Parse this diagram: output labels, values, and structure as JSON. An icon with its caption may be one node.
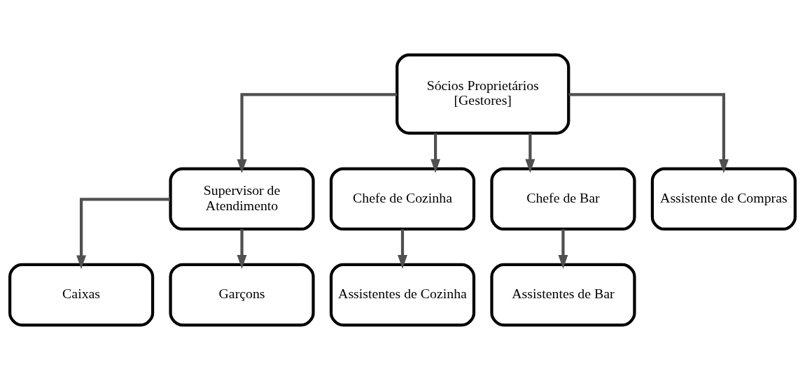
{
  "diagram": {
    "nodes": [
      {
        "text": [
          "Sócios Proprietários [Gestores]"
        ]
      },
      {
        "text": [
          "Supervisor de Atendimento"
        ]
      },
      {
        "text": [
          "Chefe de Cozinha"
        ]
      },
      {
        "text": [
          "Chefe de Bar"
        ]
      },
      {
        "text": [
          "Caixas"
        ]
      },
      {
        "text": [
          "Garçons"
        ]
      },
      {
        "text": [
          "Assistentes de Cozinha"
        ]
      },
      {
        "text": [
          "Assistentes de Bar"
        ]
      },
      {
        "text": [
          "Assistente de Compras"
        ]
      }
    ],
    "edges": [
      {
        "from": 0,
        "to": 1,
        "arrow": "to"
      },
      {
        "from": 0,
        "to": 2,
        "arrow": "to"
      },
      {
        "from": 0,
        "to": 3,
        "arrow": "to"
      },
      {
        "from": 0,
        "to": 8,
        "arrow": "to"
      },
      {
        "from": 1,
        "to": 4,
        "arrow": "to"
      },
      {
        "from": 1,
        "to": 5,
        "arrow": "to"
      },
      {
        "from": 2,
        "to": 6,
        "arrow": "to"
      },
      {
        "from": 3,
        "to": 7,
        "arrow": "to"
      }
    ]
  }
}
